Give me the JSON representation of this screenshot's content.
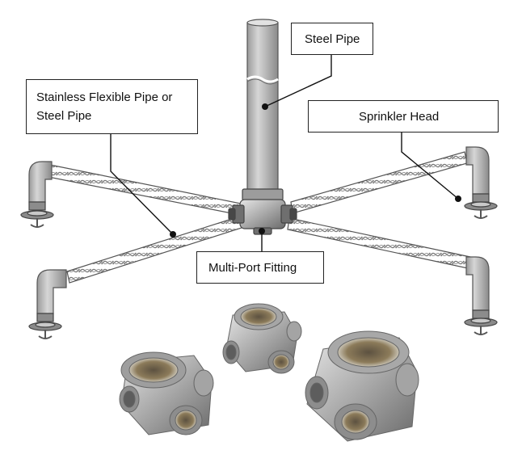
{
  "labels": {
    "steel_pipe": "Steel Pipe",
    "stainless_line1": "Stainless Flexible Pipe or",
    "stainless_line2": "Steel Pipe",
    "sprinkler_head": "Sprinkler Head",
    "multi_port": "Multi-Port Fitting"
  },
  "icons": {
    "pipe": "vertical-steel-pipe",
    "hose": "braided-flexible-hose",
    "elbow": "pipe-elbow",
    "sprinkler": "sprinkler-head",
    "fitting": "multi-port-fitting",
    "photo": "galvanized-fittings"
  },
  "colors": {
    "pipe_gray": "#b9b9b9",
    "dark_gray": "#6e6e6e",
    "callout_border": "#222222",
    "text": "#111111",
    "metal": "#c8c8c8",
    "bronze": "#8a7a5a"
  }
}
